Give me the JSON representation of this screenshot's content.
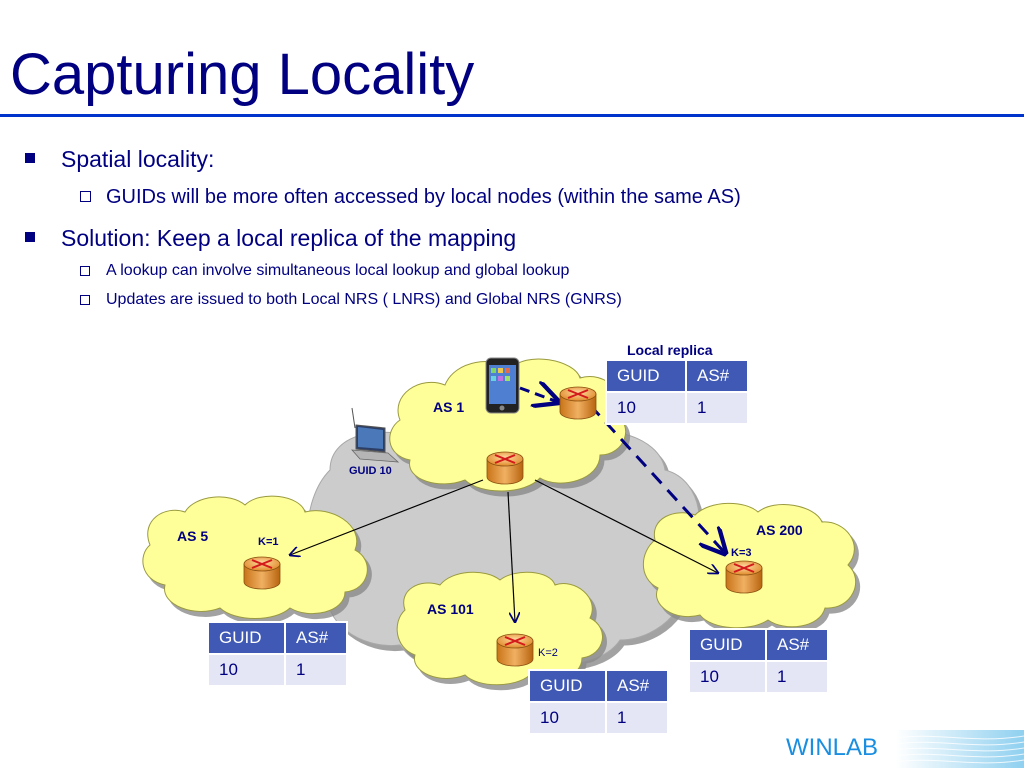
{
  "title": "Capturing Locality",
  "bullets": [
    {
      "text": "Spatial locality:",
      "sub": [
        "GUIDs will be more often accessed by local nodes (within the same AS)"
      ]
    },
    {
      "text": "Solution: Keep a local replica of the mapping",
      "sub": [
        "A lookup can involve simultaneous local lookup and global lookup",
        "Updates are issued to both Local NRS ( LNRS) and Global NRS (GNRS)"
      ]
    }
  ],
  "diagram": {
    "as_labels": [
      "AS 1",
      "AS 5",
      "AS 101",
      "AS 200"
    ],
    "k_labels": [
      "K=1",
      "K=2",
      "K=3"
    ],
    "guid_device": "GUID 10",
    "local_replica_label": "Local replica",
    "table_headers": [
      "GUID",
      "AS#"
    ],
    "tables": [
      {
        "guid": "10",
        "as": "1"
      },
      {
        "guid": "10",
        "as": "1"
      },
      {
        "guid": "10",
        "as": "1"
      },
      {
        "guid": "10",
        "as": "1"
      }
    ],
    "colors": {
      "cloud": "#ffff99",
      "core_cloud": "#cccccc",
      "arrow": "#000080",
      "router": "#e89a3a"
    },
    "icons": [
      "router-icon",
      "laptop-icon",
      "phone-icon"
    ]
  },
  "footer": {
    "logo": "WINLAB"
  }
}
